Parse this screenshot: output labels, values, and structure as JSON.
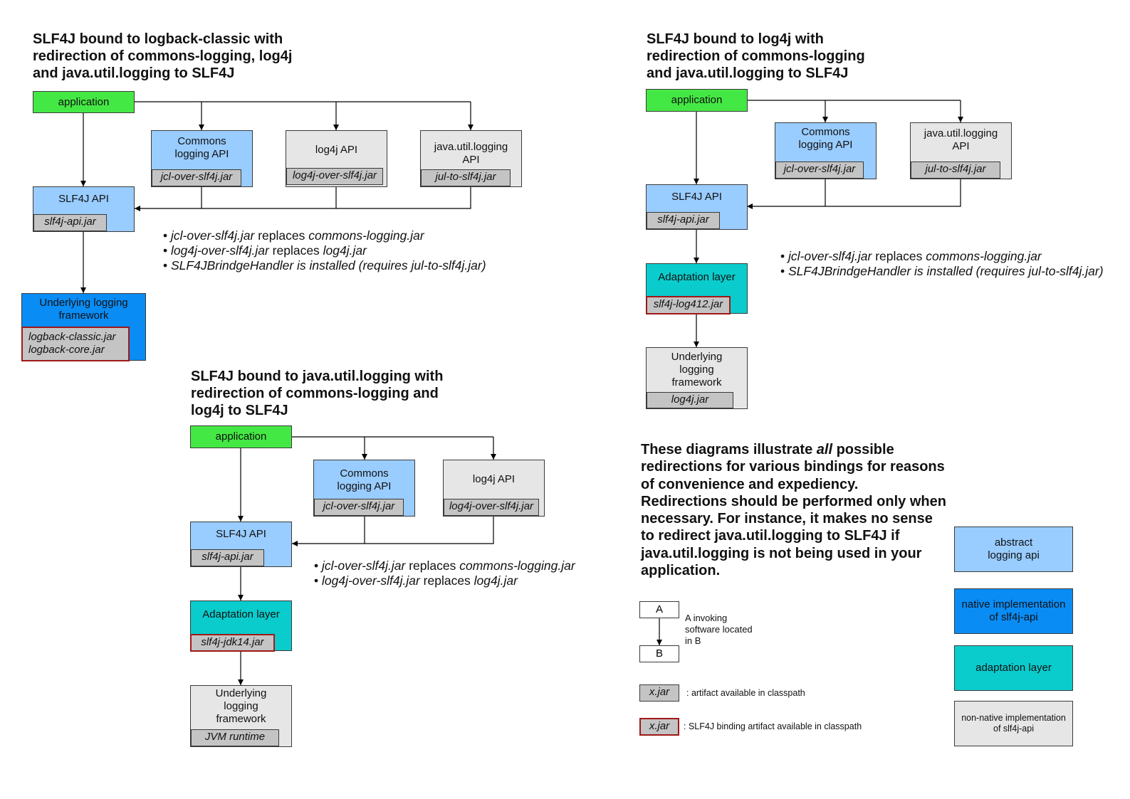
{
  "diagrams": {
    "logback": {
      "title": "SLF4J bound to logback-classic with\nredirection of commons-logging, log4j\nand java.util.logging to SLF4J",
      "application": "application",
      "commons_api": "Commons\nlogging API",
      "commons_jar": "jcl-over-slf4j.jar",
      "log4j_api": "log4j API",
      "log4j_jar": "log4j-over-slf4j.jar",
      "jul_api": "java.util.logging\nAPI",
      "jul_jar": "jul-to-slf4j.jar",
      "slf4j_api": "SLF4J API",
      "slf4j_jar": "slf4j-api.jar",
      "framework": "Underlying logging\nframework",
      "framework_jar": "logback-classic.jar\nlogback-core.jar",
      "notes": [
        {
          "a": "jcl-over-slf4j.jar",
          "b": " replaces ",
          "c": "commons-logging.jar"
        },
        {
          "a": "log4j-over-slf4j.jar",
          "b": " replaces ",
          "c": "log4j.jar"
        },
        {
          "a": "SLF4JBrindgeHandler is installed (requires jul-to-slf4j.jar)",
          "b": "",
          "c": ""
        }
      ]
    },
    "log4j": {
      "title": "SLF4J bound to log4j with\nredirection of commons-logging\nand java.util.logging to SLF4J",
      "application": "application",
      "commons_api": "Commons\nlogging API",
      "commons_jar": "jcl-over-slf4j.jar",
      "jul_api": "java.util.logging\nAPI",
      "jul_jar": "jul-to-slf4j.jar",
      "slf4j_api": "SLF4J API",
      "slf4j_jar": "slf4j-api.jar",
      "adaptation": "Adaptation layer",
      "adaptation_jar": "slf4j-log412.jar",
      "framework": "Underlying\nlogging\nframework",
      "framework_jar": "log4j.jar",
      "notes": [
        {
          "a": "jcl-over-slf4j.jar",
          "b": " replaces ",
          "c": "commons-logging.jar"
        },
        {
          "a": "SLF4JBrindgeHandler is installed (requires jul-to-slf4j.jar)",
          "b": "",
          "c": ""
        }
      ]
    },
    "jul": {
      "title": "SLF4J bound to java.util.logging with\nredirection of commons-logging and\nlog4j to SLF4J",
      "application": "application",
      "commons_api": "Commons\nlogging API",
      "commons_jar": "jcl-over-slf4j.jar",
      "log4j_api": "log4j API",
      "log4j_jar": "log4j-over-slf4j.jar",
      "slf4j_api": "SLF4J API",
      "slf4j_jar": "slf4j-api.jar",
      "adaptation": "Adaptation layer",
      "adaptation_jar": "slf4j-jdk14.jar",
      "framework": "Underlying\nlogging\nframework",
      "framework_jar": "JVM runtime",
      "notes": [
        {
          "a": "jcl-over-slf4j.jar",
          "b": " replaces ",
          "c": "commons-logging.jar"
        },
        {
          "a": "log4j-over-slf4j.jar",
          "b": " replaces ",
          "c": "log4j.jar"
        }
      ]
    }
  },
  "summary": {
    "before": "These diagrams illustrate ",
    "emph": "all",
    "after": " possible redirections for various bindings for reasons of convenience and expediency. Redirections should be performed only when necessary. For instance, it makes no sense to redirect java.util.logging to SLF4J if java.util.logging is not being used in your application."
  },
  "key": {
    "a_label": "A",
    "b_label": "B",
    "invoking_text": "A invoking\nsoftware located\nin B",
    "jar_label": "x.jar",
    "artifact_text": ": artifact available in classpath",
    "binding_jar_label": "x.jar",
    "binding_text": ": SLF4J binding artifact available in classpath"
  },
  "legend": {
    "abstract": "abstract\nlogging api",
    "native": "native implementation\nof slf4j-api",
    "adaptation": "adaptation layer",
    "nonnative": "non-native implementation\nof slf4j-api"
  },
  "colors": {
    "application": "#44e844",
    "abstract_api": "#99ccff",
    "native_impl": "#0a8cf5",
    "adaptation": "#0acccc",
    "nonnative_impl": "#e6e6e6",
    "jar": "#c4c4c4",
    "binding_border": "#a01818"
  }
}
